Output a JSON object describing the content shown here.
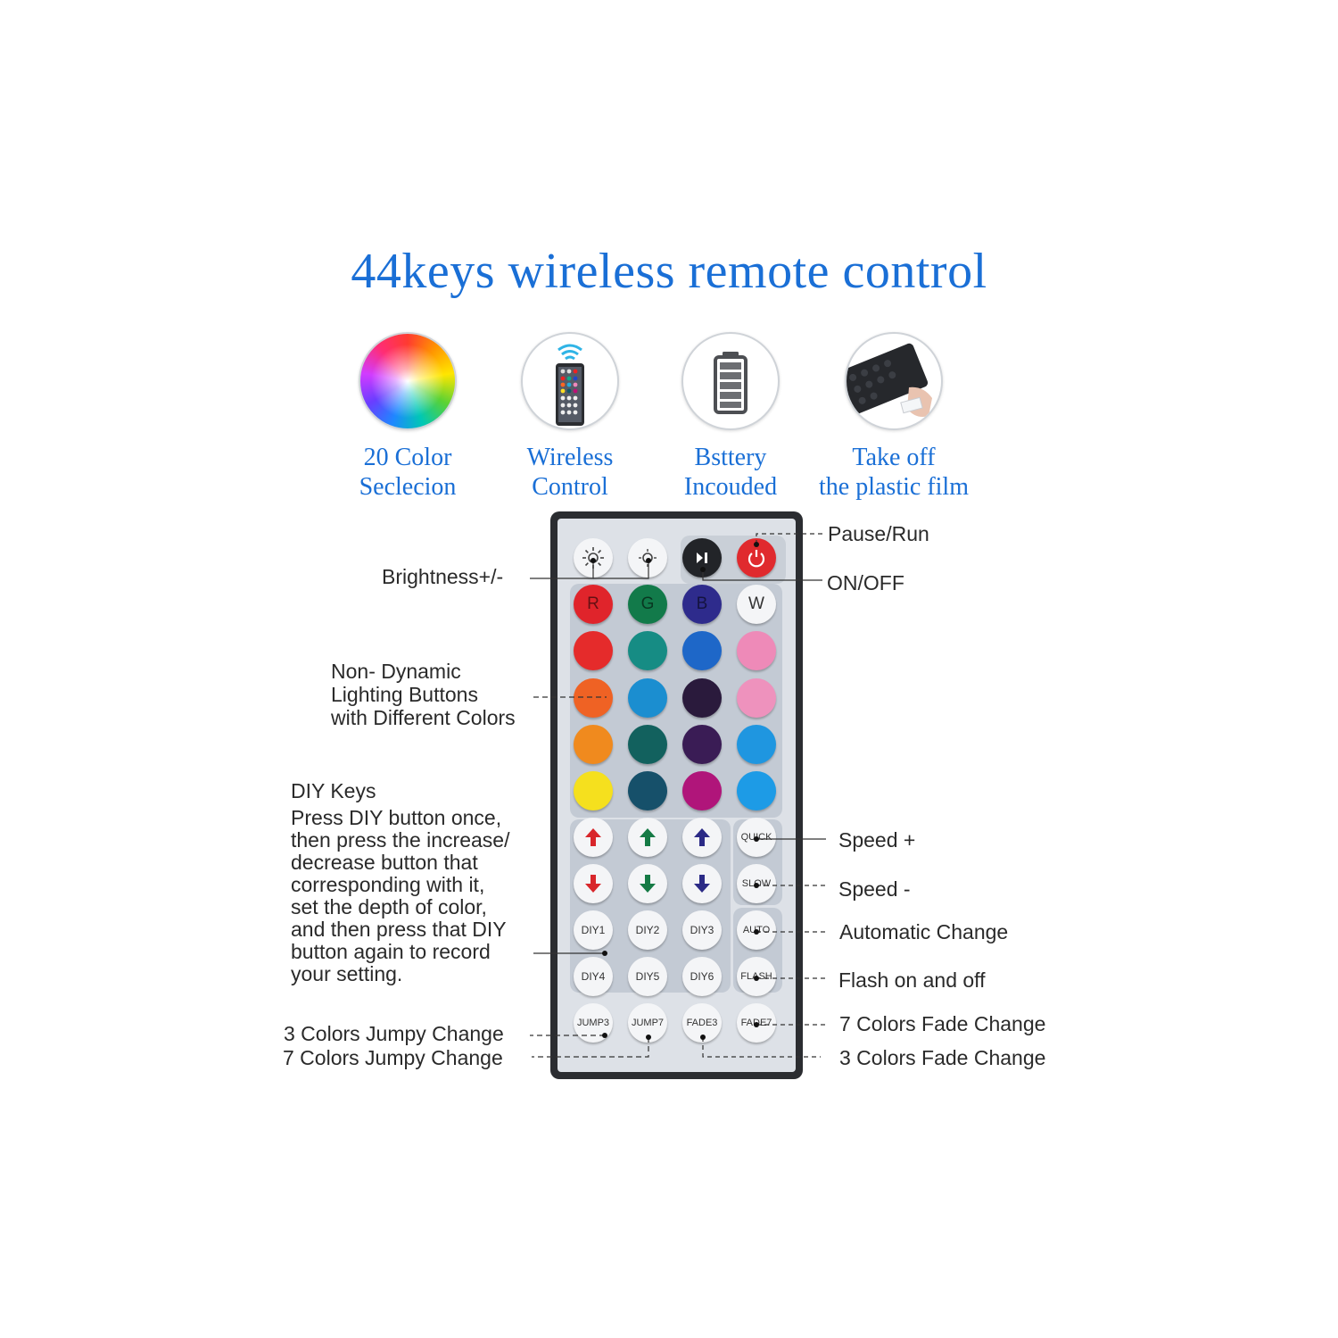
{
  "title": "44keys wireless remote control",
  "features": [
    {
      "line1": "20 Color",
      "line2": "Seclecion",
      "icon": "color-wheel-icon"
    },
    {
      "line1": "Wireless",
      "line2": "Control",
      "icon": "wireless-remote-icon"
    },
    {
      "line1": "Bsttery",
      "line2": "Incouded",
      "icon": "battery-icon"
    },
    {
      "line1": "Take off",
      "line2": "the plastic film",
      "icon": "film-remote-icon"
    }
  ],
  "remote": {
    "top_row": {
      "brightness_up": "brightness-up-icon",
      "brightness_down": "brightness-down-icon",
      "play_pause": "play-pause-icon",
      "power": "power-icon"
    },
    "letters": {
      "r": "R",
      "g": "G",
      "b": "B",
      "w": "W"
    },
    "colors": {
      "row1": [
        "#e0242b",
        "#127a4a",
        "#2e2b8c",
        "#f4f5f7"
      ],
      "row2": [
        "#e52b2b",
        "#168c84",
        "#1e67c8",
        "#ee8ab8"
      ],
      "row3": [
        "#ef6224",
        "#1b8ed0",
        "#2a1a3c",
        "#ee92bd"
      ],
      "row4": [
        "#f08a1e",
        "#12615e",
        "#3a1c55",
        "#1f96e0"
      ],
      "row5": [
        "#f5e01e",
        "#16506a",
        "#b0157a",
        "#1d9be6"
      ]
    },
    "diy_keys": [
      "DIY1",
      "DIY2",
      "DIY3",
      "DIY4",
      "DIY5",
      "DIY6"
    ],
    "mode_keys": {
      "quick": "QUICK",
      "slow": "SLOW",
      "auto": "AUTO",
      "flash": "FLASH"
    },
    "bottom_keys": [
      "JUMP3",
      "JUMP7",
      "FADE3",
      "FADE7"
    ],
    "arrow_colors": [
      "#d8262b",
      "#157a45",
      "#2b2a86"
    ]
  },
  "callouts": {
    "pause_run": "Pause/Run",
    "on_off": "ON/OFF",
    "brightness": "Brightness+/-",
    "non_dynamic": [
      "Non- Dynamic",
      "Lighting Buttons",
      "with Different Colors"
    ],
    "diy_title": "DIY Keys",
    "diy_body": [
      "Press DIY button once,",
      "then press the increase/",
      "decrease button that",
      "corresponding with it,",
      "set the depth of color,",
      "and then press that DIY",
      "button again to record",
      "your setting."
    ],
    "speed_plus": "Speed +",
    "speed_minus": "Speed -",
    "automatic": "Automatic Change",
    "flash": "Flash on and off",
    "fade7": "7 Colors Fade Change",
    "fade3": "3 Colors Fade Change",
    "jump3": "3 Colors Jumpy Change",
    "jump7": "7 Colors Jumpy Change"
  }
}
